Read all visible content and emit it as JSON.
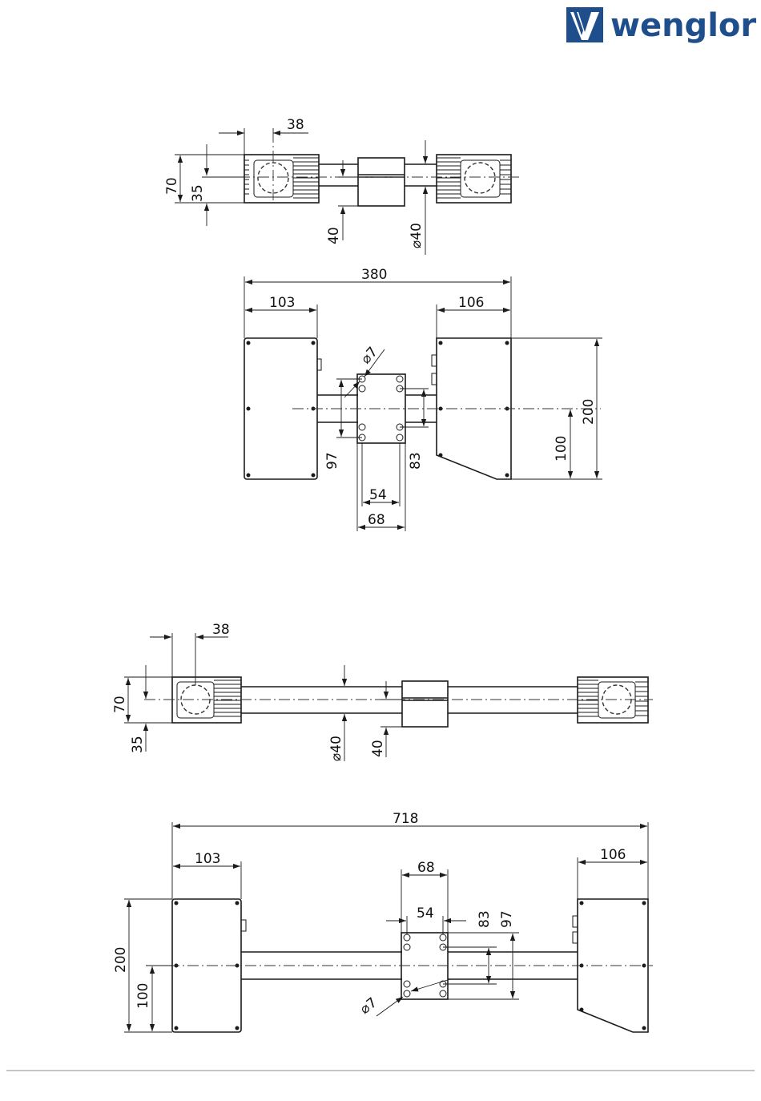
{
  "brand": {
    "name": "wenglor",
    "color": "#1f4e8c"
  },
  "views": {
    "view1_top": {
      "d38": "38",
      "d70": "70",
      "d35": "35",
      "d40": "40",
      "dphi40": "40"
    },
    "view1_front": {
      "d380": "380",
      "d103": "103",
      "d106": "106",
      "dphi7": "7",
      "d200": "200",
      "d100": "100",
      "d97": "97",
      "d83": "83",
      "d54": "54",
      "d68": "68"
    },
    "view2_top": {
      "d38": "38",
      "d70": "70",
      "d35": "35",
      "dphi40": "40",
      "d40": "40"
    },
    "view2_front": {
      "d718": "718",
      "d103": "103",
      "d106": "106",
      "d68": "68",
      "d54": "54",
      "d83": "83",
      "d97": "97",
      "d200": "200",
      "d100": "100",
      "dphi7": "7"
    }
  },
  "symbols": {
    "diameter": "⌀"
  }
}
